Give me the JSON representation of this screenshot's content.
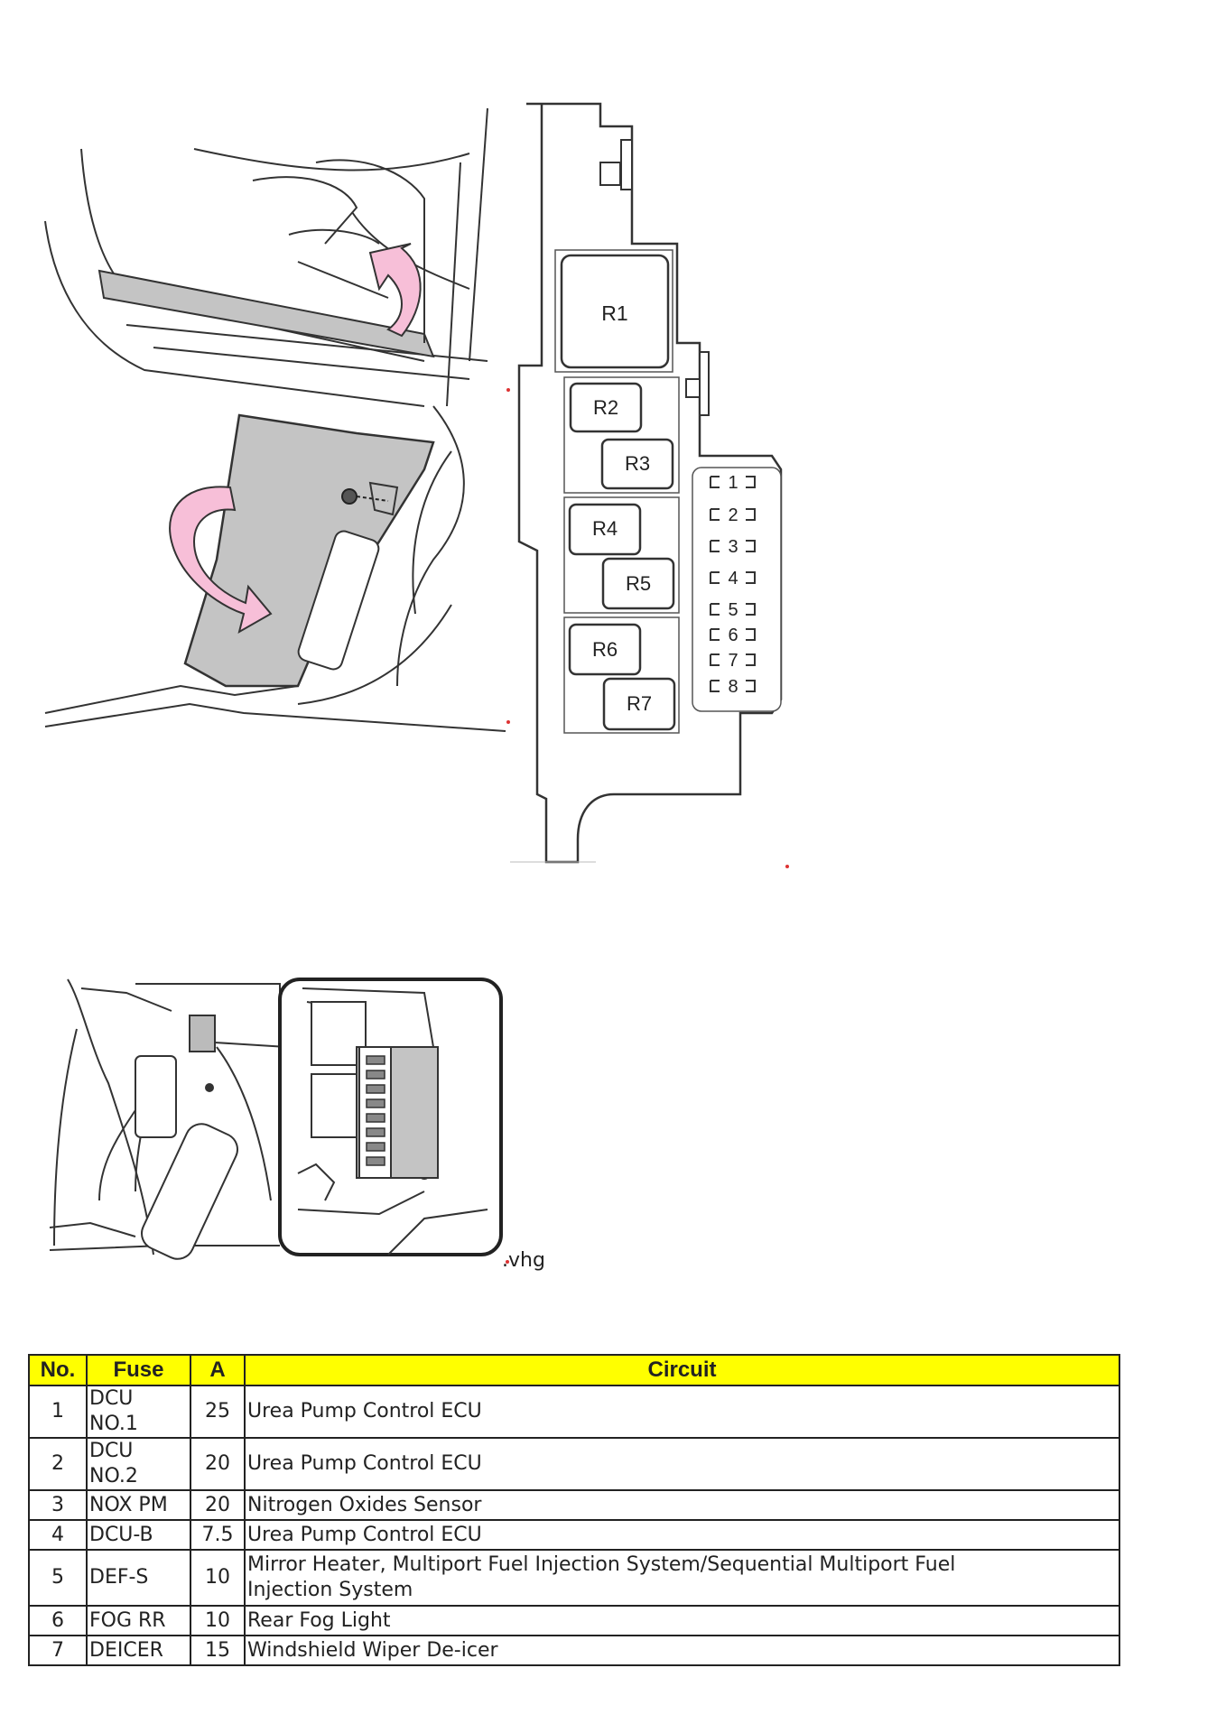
{
  "diagram_top": {
    "relay_labels": [
      "R1",
      "R2",
      "R3",
      "R4",
      "R5",
      "R6",
      "R7"
    ],
    "fuse_slot_labels": [
      "1",
      "2",
      "3",
      "4",
      "5",
      "6",
      "7",
      "8"
    ]
  },
  "diagram_bottom": {
    "caption": ".vhg"
  },
  "table": {
    "headers": [
      "No.",
      "Fuse",
      "A",
      "Circuit"
    ],
    "rows": [
      {
        "no": "1",
        "fuse": "DCU NO.1",
        "amp": "25",
        "circuit": "Urea Pump Control ECU"
      },
      {
        "no": "2",
        "fuse": "DCU NO.2",
        "amp": "20",
        "circuit": "Urea Pump Control ECU"
      },
      {
        "no": "3",
        "fuse": "NOX PM",
        "amp": "20",
        "circuit": "Nitrogen Oxides Sensor"
      },
      {
        "no": "4",
        "fuse": "DCU-B",
        "amp": "7.5",
        "circuit": "Urea Pump Control ECU"
      },
      {
        "no": "5",
        "fuse": "DEF-S",
        "amp": "10",
        "circuit": "Mirror Heater, Multiport Fuel Injection System/Sequential Multiport Fuel Injection System"
      },
      {
        "no": "6",
        "fuse": "FOG RR",
        "amp": "10",
        "circuit": "Rear Fog Light"
      },
      {
        "no": "7",
        "fuse": "DEICER",
        "amp": "15",
        "circuit": "Windshield Wiper De-icer"
      }
    ]
  },
  "colors": {
    "header_bg": "#ffff00",
    "arrow_fill": "#f7bfd8",
    "panel_fill": "#c4c4c4"
  }
}
